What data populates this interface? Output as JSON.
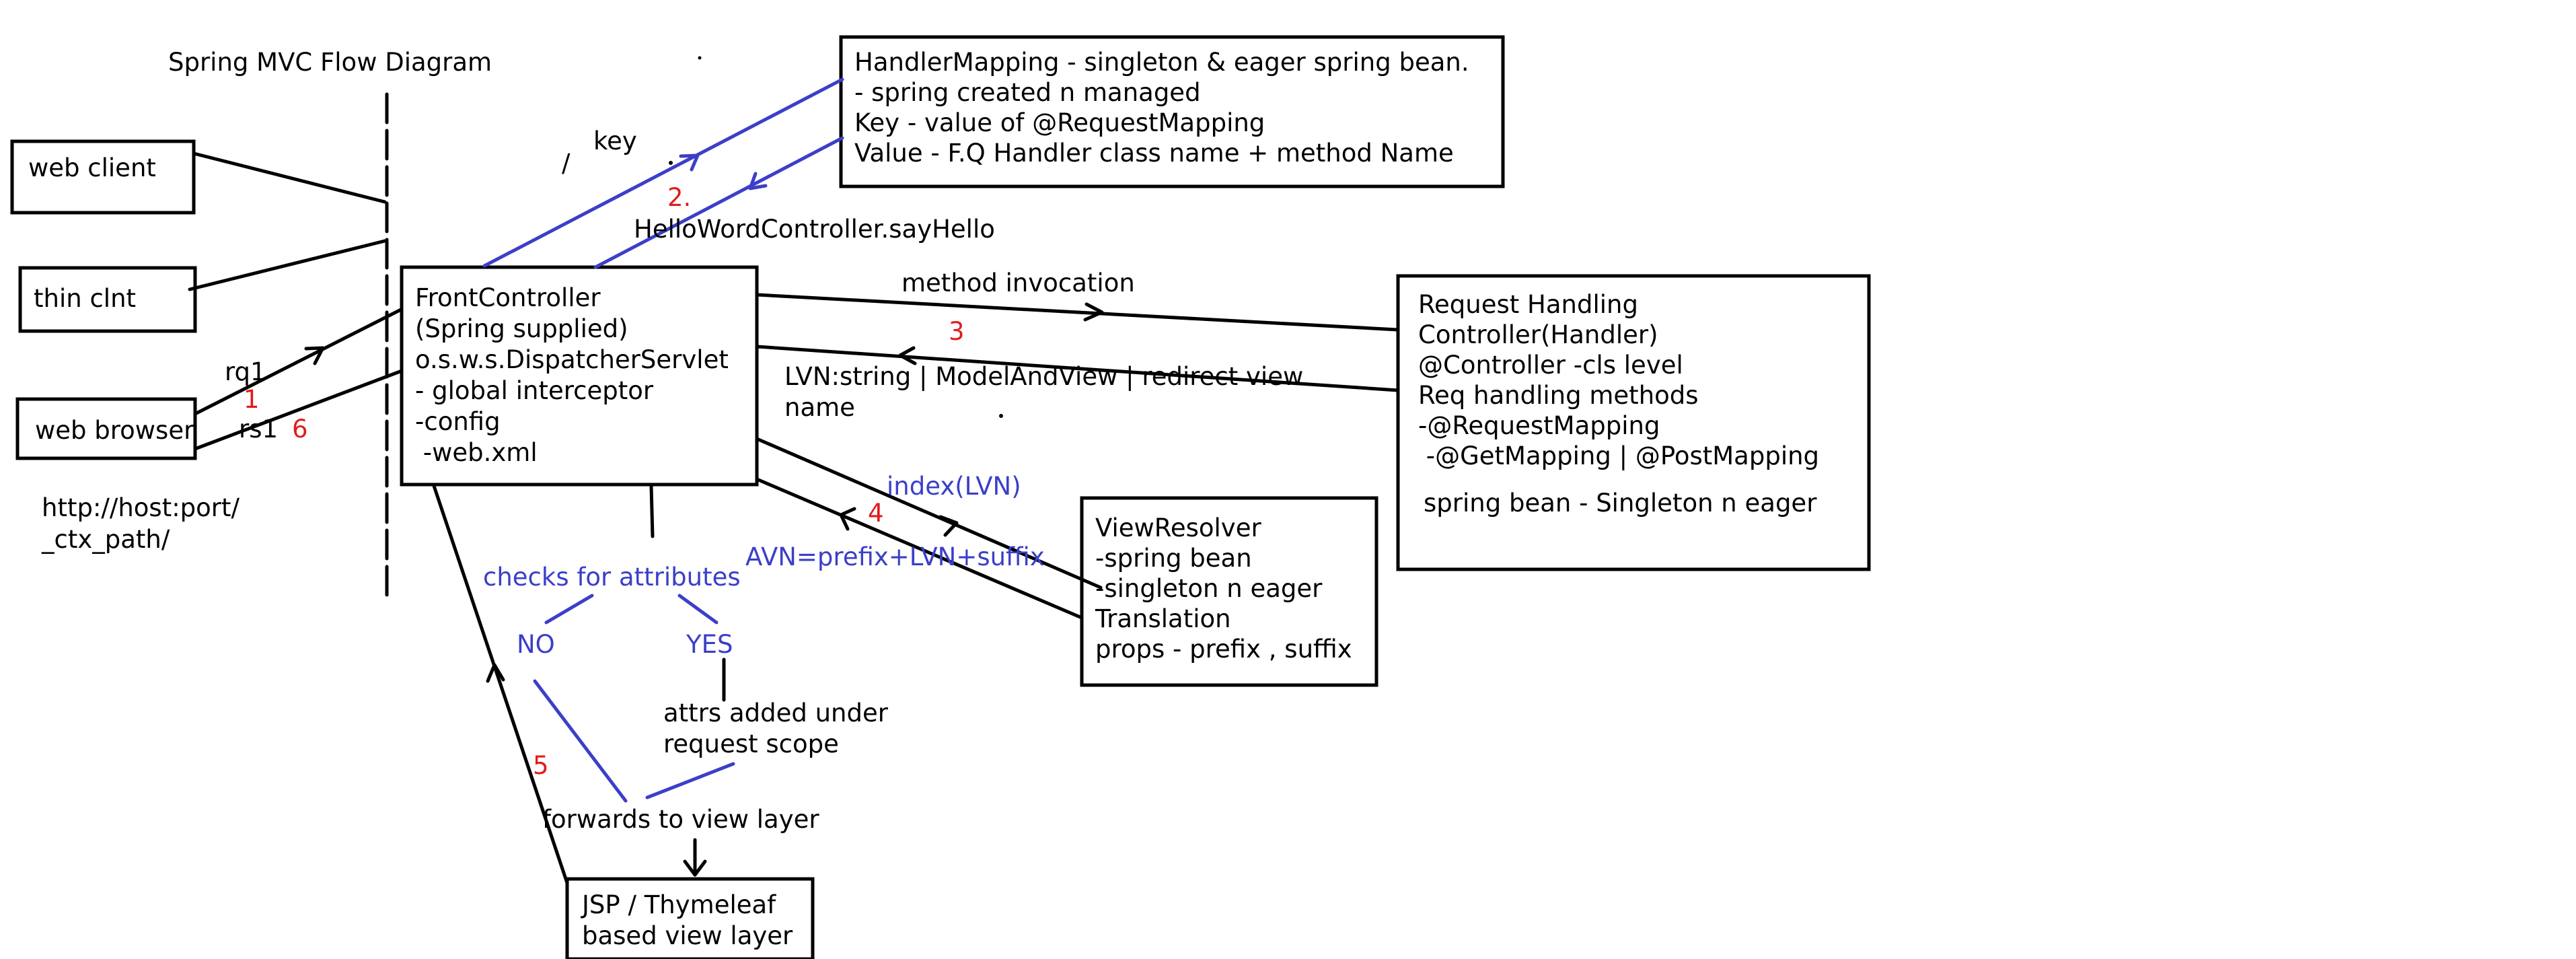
{
  "title": "Spring MVC Flow Diagram",
  "colors": {
    "ink": "#000000",
    "note_blue": "#3b3fc8",
    "step_red": "#e21b1b",
    "background": "#ffffff"
  },
  "clients": {
    "web_client": "web client",
    "thin_client": "thin clnt",
    "web_browser": "web browser",
    "url_lines": [
      "http://host:port/",
      "_ctx_path/"
    ]
  },
  "front_controller": {
    "lines": [
      "FrontController",
      "(Spring supplied)",
      "o.s.w.s.DispatcherServlet",
      "- global interceptor",
      "-config",
      " -web.xml"
    ]
  },
  "handler_mapping": {
    "lines": [
      "HandlerMapping - singleton & eager spring bean.",
      "- spring created n managed",
      "Key - value of @RequestMapping",
      "Value - F.Q Handler class name + method Name"
    ]
  },
  "request_handler": {
    "lines": [
      "Request Handling",
      "Controller(Handler)",
      "@Controller -cls level",
      "Req handling methods",
      "-@RequestMapping",
      " -@GetMapping | @PostMapping"
    ],
    "footer": "spring bean - Singleton n eager"
  },
  "view_resolver": {
    "lines": [
      "ViewResolver",
      "-spring bean",
      "-singleton n eager",
      "Translation",
      "props - prefix , suffix"
    ]
  },
  "view_layer": {
    "lines": [
      "JSP / Thymeleaf",
      "based view layer"
    ]
  },
  "labels": {
    "rq1": "rq1",
    "rs1": "rs1",
    "key": "key",
    "slash": "/",
    "handler_name": "HelloWordController.sayHello",
    "method_invocation": "method invocation",
    "lvn_return": [
      "LVN:string | ModelAndView | redirect view",
      "name"
    ],
    "index_lvn": "index(LVN)",
    "avn": "AVN=prefix+LVN+suffix",
    "checks": "checks for attributes",
    "no": "NO",
    "yes": "YES",
    "attrs_added": [
      "attrs added under",
      "request scope"
    ],
    "forwards": "forwards to view layer"
  },
  "steps": {
    "s1": "1",
    "s2": "2.",
    "s3": "3",
    "s4": "4",
    "s5": "5",
    "s6": "6"
  }
}
